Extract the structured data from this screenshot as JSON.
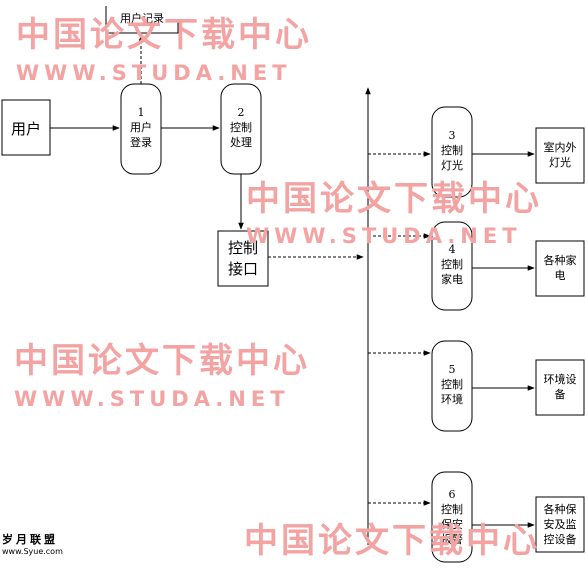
{
  "watermarks": {
    "cn": "中国论文下载中心",
    "en": "WWW.STUDA.NET"
  },
  "site_stamp": {
    "name": "岁月联盟",
    "url": "www.Syue.com"
  },
  "diagram": {
    "entities": {
      "user": "用户",
      "control_interface": [
        "控制",
        "接口"
      ],
      "top_record": "用户记录",
      "outdoor_lights": [
        "室内外",
        "灯光"
      ],
      "appliances": [
        "各种家",
        "电"
      ],
      "env_devices": [
        "环境设",
        "备"
      ],
      "security_devices": [
        "各种保",
        "安及监",
        "控设备"
      ]
    },
    "processes": {
      "p1": {
        "num": "1",
        "lines": [
          "用户",
          "登录"
        ]
      },
      "p2": {
        "num": "2",
        "lines": [
          "控制",
          "处理"
        ]
      },
      "p3": {
        "num": "3",
        "lines": [
          "控制",
          "灯光"
        ]
      },
      "p4": {
        "num": "4",
        "lines": [
          "控制",
          "家电"
        ]
      },
      "p5": {
        "num": "5",
        "lines": [
          "控制",
          "环境"
        ]
      },
      "p6": {
        "num": "6",
        "lines": [
          "控制",
          "保安",
          "报警"
        ]
      }
    }
  }
}
